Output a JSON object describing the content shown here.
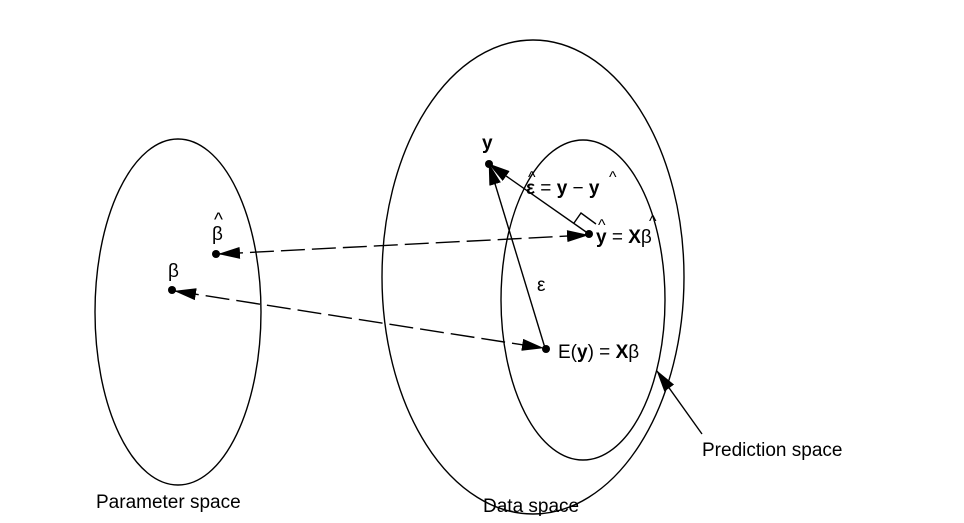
{
  "regions": {
    "parameter_space": "Parameter space",
    "data_space": "Data space",
    "prediction_space": "Prediction space"
  },
  "points": {
    "beta": "β",
    "beta_hat": "β",
    "y": "y",
    "error": "ε"
  },
  "equations": {
    "residual": {
      "lhs": "ε",
      "eq": " = ",
      "y": "y",
      "minus": " − ",
      "yhat": "y"
    },
    "fitted": {
      "yhat": "y",
      "eq": " = ",
      "X": "X",
      "beta_hat": "β"
    },
    "expectation": {
      "E": "E(",
      "y": "y",
      "close": ")",
      "eq": " = ",
      "X": "X",
      "beta": "β"
    }
  },
  "hat_glyph": "^"
}
